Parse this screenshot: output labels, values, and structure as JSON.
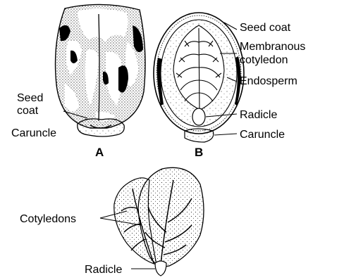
{
  "figure": {
    "panel_a": {
      "letter": "A",
      "labels": {
        "seed_coat_line1": "Seed",
        "seed_coat_line2": "coat",
        "caruncle": "Caruncle"
      }
    },
    "panel_b": {
      "letter": "B",
      "labels": {
        "seed_coat": "Seed coat",
        "membranous_line1": "Membranous",
        "membranous_line2": "cotyledon",
        "endosperm": "Endosperm",
        "radicle": "Radicle",
        "caruncle": "Caruncle"
      }
    },
    "panel_c": {
      "labels": {
        "cotyledons": "Cotyledons",
        "radicle": "Radicle"
      }
    }
  },
  "colors": {
    "ink": "#000000",
    "paper": "#ffffff"
  }
}
